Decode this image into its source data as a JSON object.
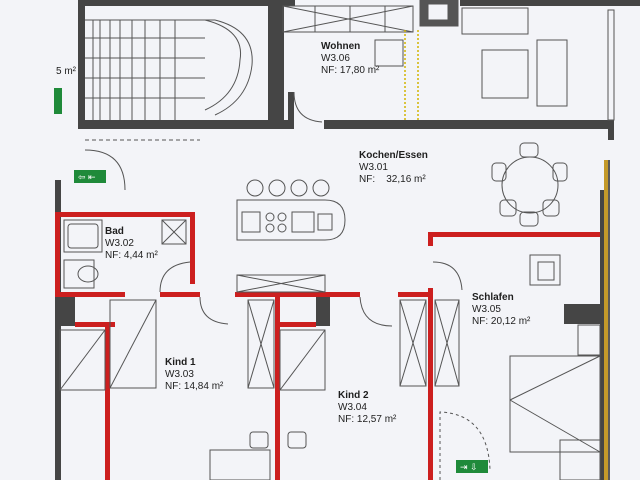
{
  "rooms": {
    "wohnen": {
      "name": "Wohnen",
      "code": "W3.06",
      "area": "NF: 17,80 m²"
    },
    "kochen": {
      "name": "Kochen/Essen",
      "code": "W3.01",
      "area_prefix": "NF:",
      "area_value": "32,16 m²"
    },
    "bad": {
      "name": "Bad",
      "code": "W3.02",
      "area": "NF: 4,44 m²"
    },
    "schlafen": {
      "name": "Schlafen",
      "code": "W3.05",
      "area": "NF: 20,12 m²"
    },
    "kind1": {
      "name": "Kind 1",
      "code": "W3.03",
      "area": "NF: 14,84 m²"
    },
    "kind2": {
      "name": "Kind 2",
      "code": "W3.04",
      "area": "NF: 12,57 m²"
    }
  },
  "stair_area": "5 m²",
  "exit_sign_color": "#1f8a3a",
  "wall_color": "#454545",
  "red_wall_color": "#cc1f1f"
}
